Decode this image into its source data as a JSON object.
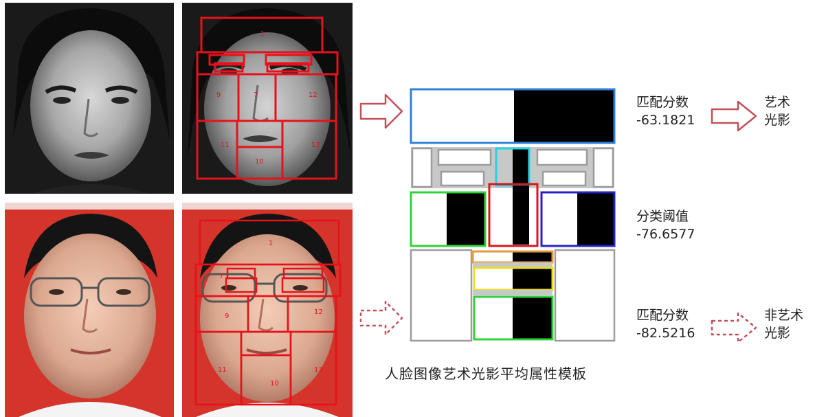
{
  "template": {
    "caption": "人脸图像艺术光影平均属性模板"
  },
  "photos": {
    "grid_numbers": {
      "top_face": [
        "1",
        "9",
        "7",
        "12",
        "11",
        "10",
        "13"
      ],
      "bottom_face": [
        "1",
        "7",
        "9",
        "12",
        "11",
        "10",
        "13"
      ]
    }
  },
  "result_top": {
    "label": "匹配分数",
    "score": "-63.1821",
    "class_line1": "艺术",
    "class_line2": "光影"
  },
  "threshold": {
    "label": "分类阈值",
    "value": "-76.6577"
  },
  "result_bottom": {
    "label": "匹配分数",
    "score": "-82.5216",
    "class_line1": "非艺术",
    "class_line2": "光影"
  },
  "colors": {
    "grid_red": "#e8111b",
    "arrow_outline": "#c0505a",
    "box_blue": "#2f7fd8",
    "box_cyan": "#22d4e6",
    "box_green": "#2fd23a",
    "box_red": "#d8161e",
    "box_navy": "#2222c8",
    "box_orange": "#e69a3c",
    "box_yellow": "#e8e01c",
    "box_gray": "#9c9c9c"
  }
}
